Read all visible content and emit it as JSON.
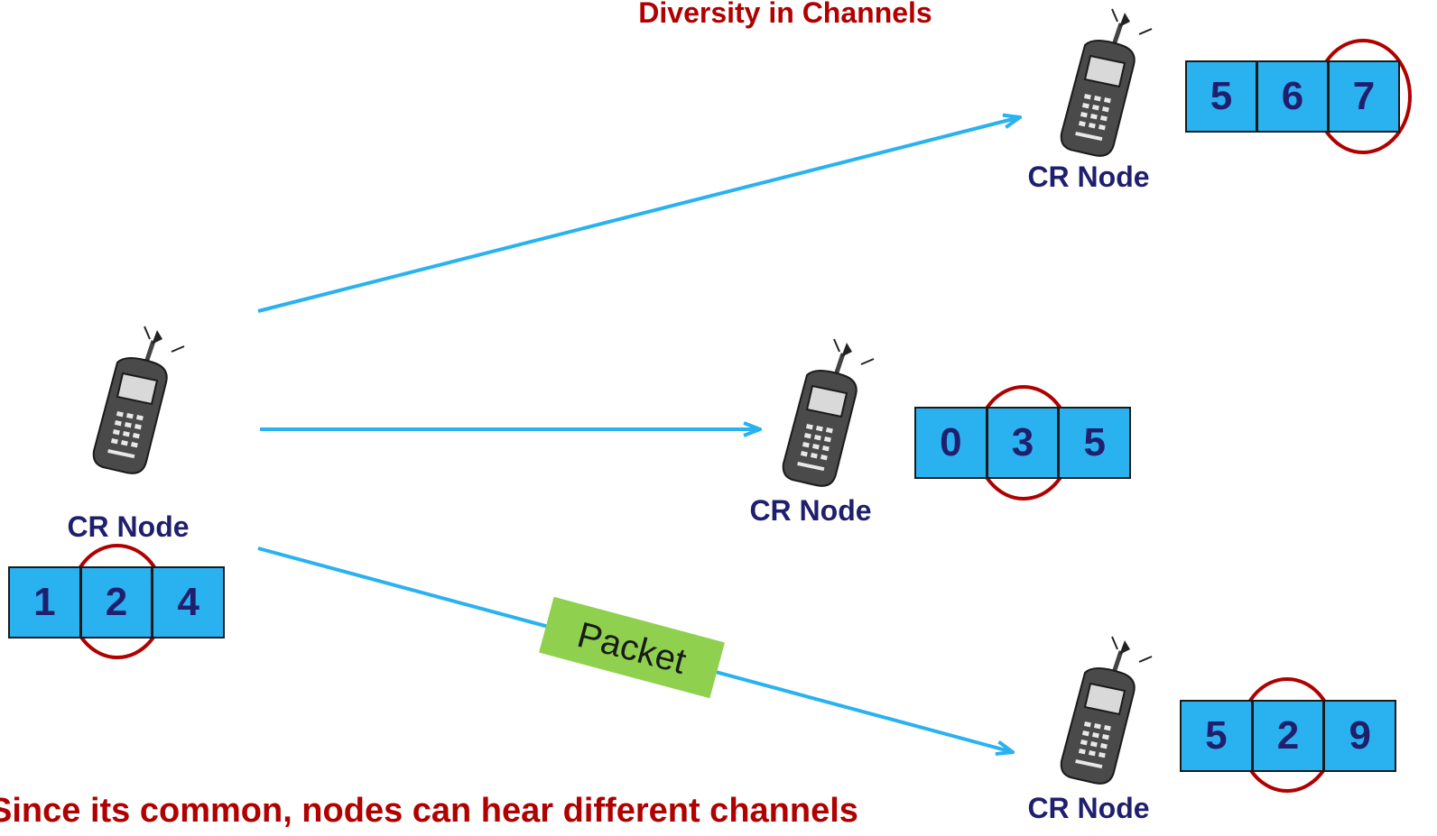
{
  "title": "Diversity in Channels",
  "nodes": [
    {
      "label": "CR Node",
      "channels": [
        "1",
        "2",
        "4"
      ],
      "selected": "2"
    },
    {
      "label": "CR Node",
      "channels": [
        "5",
        "6",
        "7"
      ],
      "selected": "7"
    },
    {
      "label": "CR Node",
      "channels": [
        "0",
        "3",
        "5"
      ],
      "selected": "3"
    },
    {
      "label": "CR Node",
      "channels": [
        "5",
        "2",
        "9"
      ],
      "selected": "2"
    }
  ],
  "packet_label": "Packet",
  "bottom_text": "Since its common, nodes can hear different channels",
  "colors": {
    "arrow": "#2ab2f0",
    "box_fill": "#2ab2f0",
    "circle": "#b00000",
    "packet_fill": "#8fd14f",
    "title": "#b00000",
    "node_text": "#1f1f6e"
  },
  "icons": [
    "cell-phone-icon"
  ]
}
